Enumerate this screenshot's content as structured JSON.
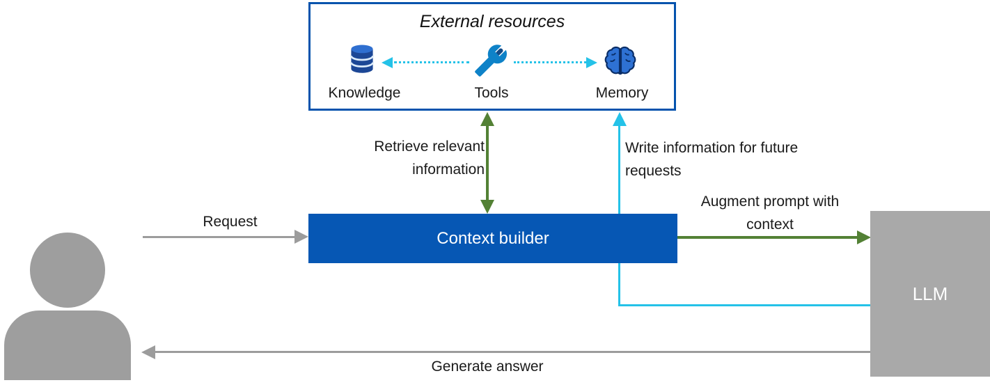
{
  "external_resources": {
    "title": "External resources",
    "items": [
      {
        "label": "Knowledge",
        "icon": "database-icon"
      },
      {
        "label": "Tools",
        "icon": "tools-icon"
      },
      {
        "label": "Memory",
        "icon": "brain-icon"
      }
    ]
  },
  "nodes": {
    "context_builder": "Context builder",
    "llm": "LLM",
    "user_icon": "person-icon"
  },
  "labels": {
    "request": "Request",
    "retrieve": "Retrieve relevant information",
    "write": "Write information for future requests",
    "augment": "Augment prompt with context",
    "generate": "Generate answer"
  },
  "colors": {
    "blue": "#0657b4",
    "blue_border": "#0553ad",
    "green": "#538135",
    "cyan": "#24c2e8",
    "gray_arrow": "#9c9c9c",
    "gray_node": "#a9a9a9",
    "icon_navy": "#16437e",
    "icon_blue": "#2e71d3"
  }
}
